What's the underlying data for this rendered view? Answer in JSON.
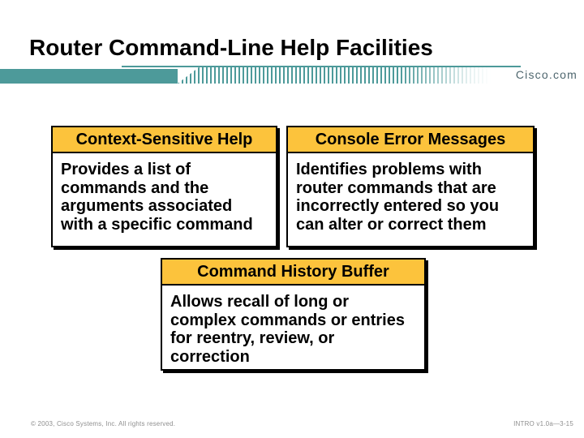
{
  "slide": {
    "title": "Router Command-Line Help Facilities",
    "brand": "Cisco.com",
    "footer_left": "© 2003, Cisco Systems, Inc. All rights reserved.",
    "footer_right": "INTRO v1.0a—3-15"
  },
  "colors": {
    "accent_teal": "#4D9A9A",
    "header_gold": "#FCC33C",
    "box_border": "#000000",
    "brand_text": "#4E666E",
    "footer_text": "#8F8F8F"
  },
  "boxes": [
    {
      "header": "Context-Sensitive Help",
      "body": "Provides a list of\ncommands and the\narguments associated\nwith a specific command"
    },
    {
      "header": "Console Error Messages",
      "body": "Identifies problems with\nrouter commands that are\nincorrectly entered so you\ncan alter or correct them"
    },
    {
      "header": "Command History Buffer",
      "body": "Allows recall of long or\ncomplex commands or entries\nfor reentry, review, or\ncorrection"
    }
  ]
}
